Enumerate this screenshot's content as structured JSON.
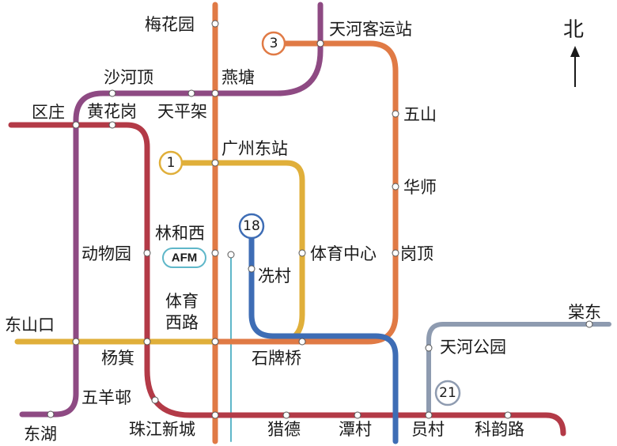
{
  "compass": {
    "label": "北"
  },
  "colors": {
    "line_orange": "#E07A45",
    "line_purple": "#8E4A83",
    "line_crimson": "#B33A47",
    "line_yellow": "#E0AF3A",
    "line_blue": "#3E6DB5",
    "line_gray": "#8E9BB0",
    "line_apm": "#5FB7C9"
  },
  "lines": [
    {
      "id": "line-1",
      "badge": "1",
      "color": "#E0AF3A"
    },
    {
      "id": "line-3",
      "badge": "3",
      "color": "#E07A45"
    },
    {
      "id": "line-18",
      "badge": "18",
      "color": "#3E6DB5"
    },
    {
      "id": "line-21",
      "badge": "21",
      "color": "#8E9BB0"
    },
    {
      "id": "line-apm",
      "badge": "AFM",
      "color": "#5FB7C9"
    }
  ],
  "stations": {
    "meihuayuan": "梅花园",
    "tianhekeyunzhan": "天河客运站",
    "shahedings": "沙河顶",
    "yantang": "燕塘",
    "quzhuang": "区庄",
    "huanghuagang": "黄花岗",
    "tianpingjia": "天平架",
    "wushan": "五山",
    "guangzhoudongzhan": "广州东站",
    "huashi": "华师",
    "dongwuyuan": "动物园",
    "linhexi": "林和西",
    "tiyuzhongxin": "体育中心",
    "gangding": "岗顶",
    "xiancun": "冼村",
    "tiyuxilu": "体育\n西路",
    "tiyuxilu_line1": "体育",
    "tiyuxilu_line2": "西路",
    "dongshankou": "东山口",
    "yangji": "杨箕",
    "shipaiqiao": "石牌桥",
    "tianhegongyuan": "天河公园",
    "tangdong": "棠东",
    "wuyangcun": "五羊邨",
    "dongjiao": "东湖",
    "zhujiangxincheng": "珠江新城",
    "liede": "猎德",
    "tancun": "潭村",
    "yuancun": "员村",
    "keyunlu": "科韵路"
  }
}
